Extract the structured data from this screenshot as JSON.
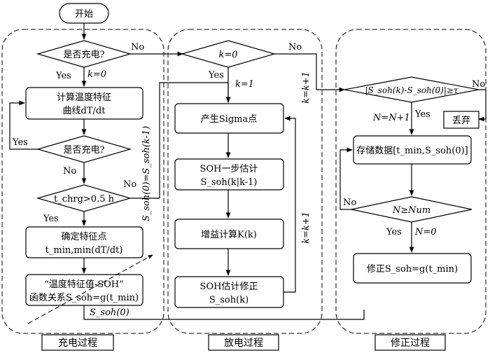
{
  "panels": {
    "charge": "充电过程",
    "discharge": "放电过程",
    "correction": "修正过程"
  },
  "nodes": {
    "start": "开始",
    "is_charging_1": "是否充电?",
    "calc_curve_line1": "计算温度特征",
    "calc_curve_line2": "曲线dT/dt",
    "is_charging_2": "是否充电?",
    "t_chrg_check": "t_chrg>0.5 h",
    "feature_line1": "确定特征点",
    "feature_line2": "t_min,min(dT/dt)",
    "func_line1": "“温度特征值-SOH”",
    "func_line2": "函数关系S_soh=g(t_min)",
    "k_zero_check": "k=0",
    "sigma_points": "产生Sigma点",
    "soh_one_step_line1": "SOH一步估计",
    "soh_one_step_line2": "S_soh(k|k-1)",
    "gain_calc": "增益计算K(k)",
    "soh_correct_line1": "SOH估计修正",
    "soh_correct_line2": "S_soh(k)",
    "threshold_check": "|S_soh(k)-S_soh(0)|≥τ",
    "discard": "丢弃",
    "store_data": "存储数据[t_min,S_soh(0)]",
    "num_check": "N≥Num",
    "correct_soh": "修正S_soh=g(t_min)"
  },
  "edge_labels": {
    "yes": "Yes",
    "no": "No",
    "k_eq_0": "k=0",
    "k_eq_1": "k=1",
    "k_plus_1_top": "k=k+1",
    "k_plus_1_bottom": "k=k+1",
    "soh_init": "S_soh(0)=S_soh(k-1)",
    "soh_zero": "S_soh(0)",
    "n_plus_1": "N=N+1",
    "n_zero": "N=0"
  }
}
